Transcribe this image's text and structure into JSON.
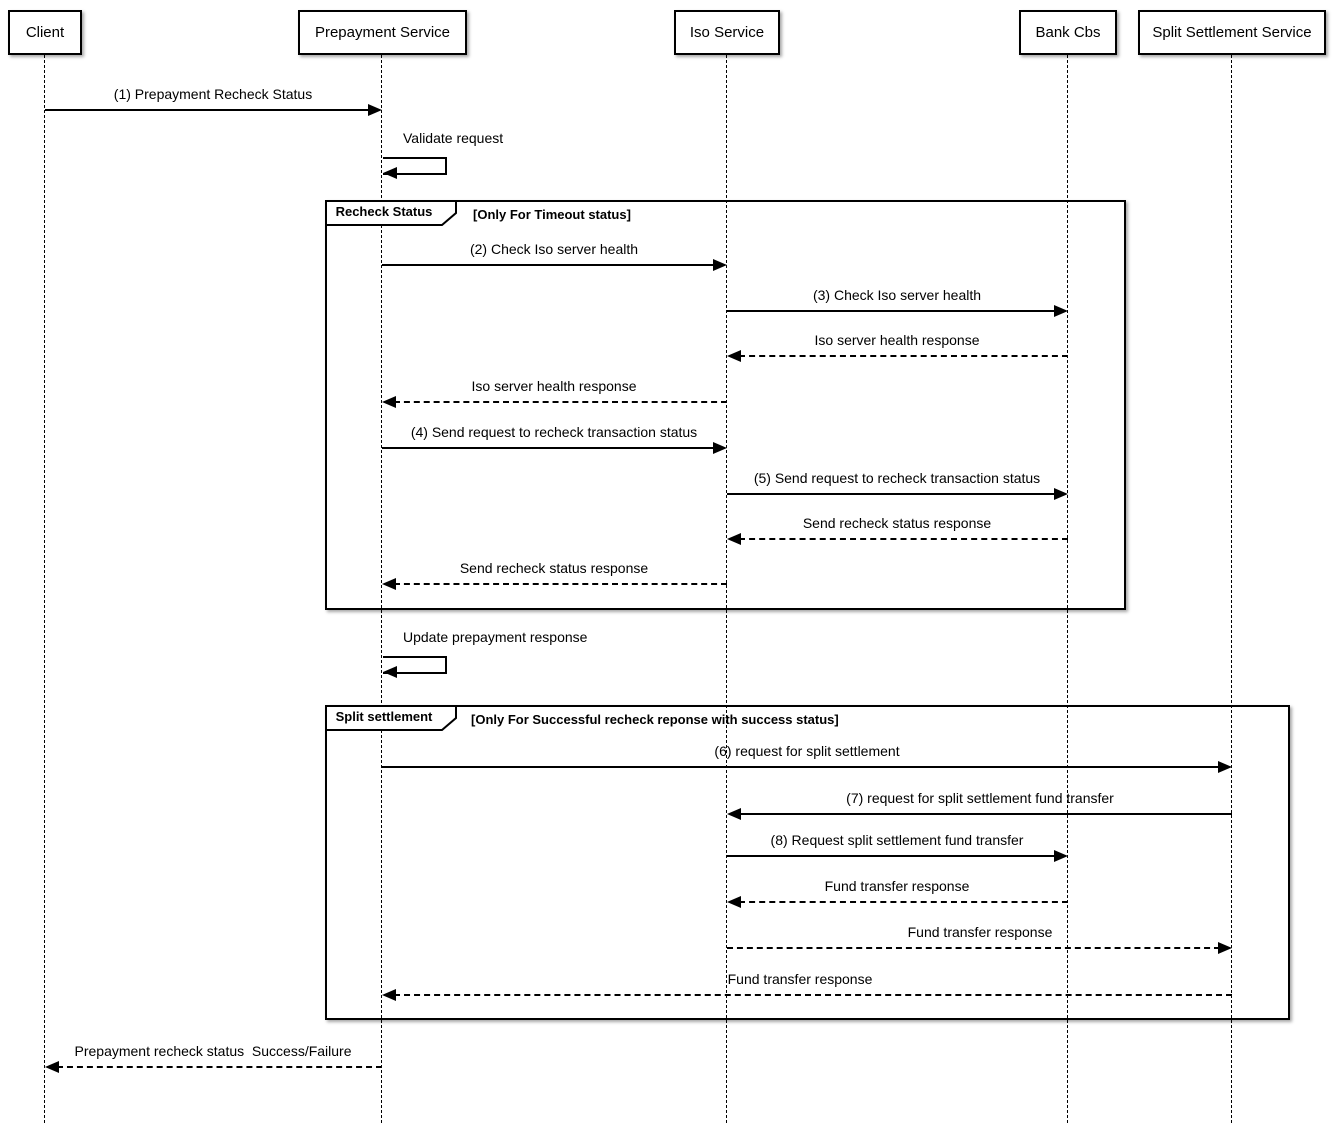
{
  "diagram_type": "uml-sequence",
  "actors": [
    {
      "label": "Client"
    },
    {
      "label": "Prepayment Service"
    },
    {
      "label": "Iso Service"
    },
    {
      "label": "Bank Cbs"
    },
    {
      "label": "Split Settlement Service"
    }
  ],
  "frames": [
    {
      "label": "Recheck Status",
      "guard": "[Only For Timeout status]"
    },
    {
      "label": "Split settlement",
      "guard": "[Only For Successful recheck reponse with success status]"
    }
  ],
  "self_messages": [
    {
      "label": "Validate request",
      "actor": "Prepayment Service"
    },
    {
      "label": "Update prepayment response",
      "actor": "Prepayment Service"
    }
  ],
  "messages": [
    {
      "label": "(1) Prepayment Recheck Status",
      "from": "Client",
      "to": "Prepayment Service",
      "line": "solid"
    },
    {
      "label": "(2) Check Iso server health",
      "from": "Prepayment Service",
      "to": "Iso Service",
      "line": "solid"
    },
    {
      "label": "(3) Check Iso server health",
      "from": "Iso Service",
      "to": "Bank Cbs",
      "line": "solid"
    },
    {
      "label": "Iso server health response",
      "from": "Bank Cbs",
      "to": "Iso Service",
      "line": "dashed"
    },
    {
      "label": "Iso server health response",
      "from": "Iso Service",
      "to": "Prepayment Service",
      "line": "dashed"
    },
    {
      "label": "(4) Send request to recheck transaction status",
      "from": "Prepayment Service",
      "to": "Iso Service",
      "line": "solid"
    },
    {
      "label": "(5) Send request to recheck transaction status",
      "from": "Iso Service",
      "to": "Bank Cbs",
      "line": "solid"
    },
    {
      "label": "Send recheck status response",
      "from": "Bank Cbs",
      "to": "Iso Service",
      "line": "dashed"
    },
    {
      "label": "Send recheck status response",
      "from": "Iso Service",
      "to": "Prepayment Service",
      "line": "dashed"
    },
    {
      "label": "(6) request for split settlement",
      "from": "Prepayment Service",
      "to": "Split Settlement Service",
      "line": "solid"
    },
    {
      "label": "(7) request for split settlement fund transfer",
      "from": "Split Settlement Service",
      "to": "Iso Service",
      "line": "solid"
    },
    {
      "label": "(8) Request split settlement fund transfer",
      "from": "Iso Service",
      "to": "Bank Cbs",
      "line": "solid"
    },
    {
      "label": "Fund transfer response",
      "from": "Bank Cbs",
      "to": "Iso Service",
      "line": "dashed"
    },
    {
      "label": "Fund transfer response",
      "from": "Iso Service",
      "to": "Split Settlement Service",
      "line": "dashed"
    },
    {
      "label": "Fund transfer response",
      "from": "Split Settlement Service",
      "to": "Prepayment Service",
      "line": "dashed"
    },
    {
      "label": "Prepayment recheck status  Success/Failure",
      "from": "Prepayment Service",
      "to": "Client",
      "line": "dashed"
    }
  ],
  "colors": {
    "line": "#000000",
    "background": "#ffffff",
    "fill": "#ffffff",
    "shadow": "#aaaaaa"
  }
}
